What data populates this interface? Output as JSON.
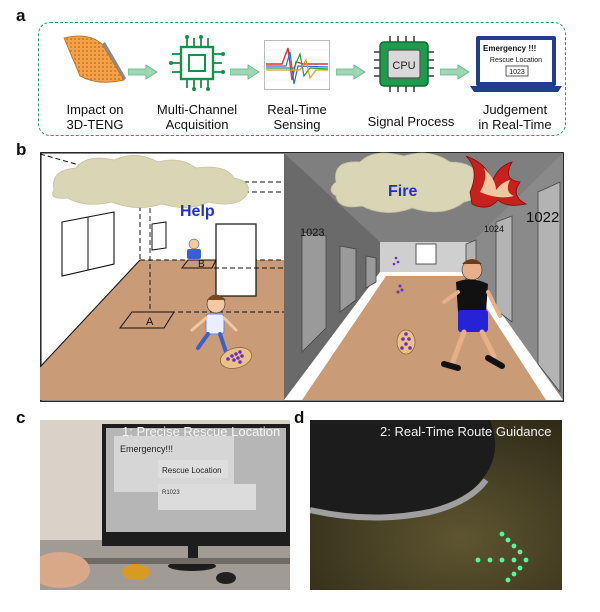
{
  "panels": {
    "a": "a",
    "b": "b",
    "c": "c",
    "d": "d"
  },
  "workflow": {
    "steps": [
      {
        "label": "Impact on\n3D-TENG",
        "icon": "teng-film-icon"
      },
      {
        "label": "Multi-Channel\nAcquisition",
        "icon": "chip-icon"
      },
      {
        "label": "Real-Time\nSensing",
        "icon": "signal-plot-icon"
      },
      {
        "label": "Signal Process",
        "icon": "cpu-icon"
      },
      {
        "label": "Judgement\nin Real-Time",
        "icon": "laptop-icon"
      }
    ],
    "cpu_text": "CPU",
    "laptop": {
      "emergency": "Emergency !!!",
      "rescue_location": "Rescue Location",
      "room": "1023"
    }
  },
  "scene": {
    "help": "Help",
    "fire": "Fire",
    "marker_a": "A",
    "marker_b": "B",
    "door_1022": "1022",
    "door_1023": "1023",
    "door_1024": "1024"
  },
  "photo_c": {
    "caption": "1: Precise Rescue Location",
    "emergency": "Emergency!!!",
    "rescue_location": "Rescue Location",
    "room": "R1023"
  },
  "photo_d": {
    "caption": "2: Real-Time Route Guidance"
  },
  "colors": {
    "flow_border": "#2e9a6a",
    "arrow": "#9fd6b4",
    "help_text": "#1f2fd1",
    "fire_text": "#1f2fd1",
    "floor": "#c79a76",
    "smoke": "#d9d6b6",
    "led": "#4cff9a"
  }
}
